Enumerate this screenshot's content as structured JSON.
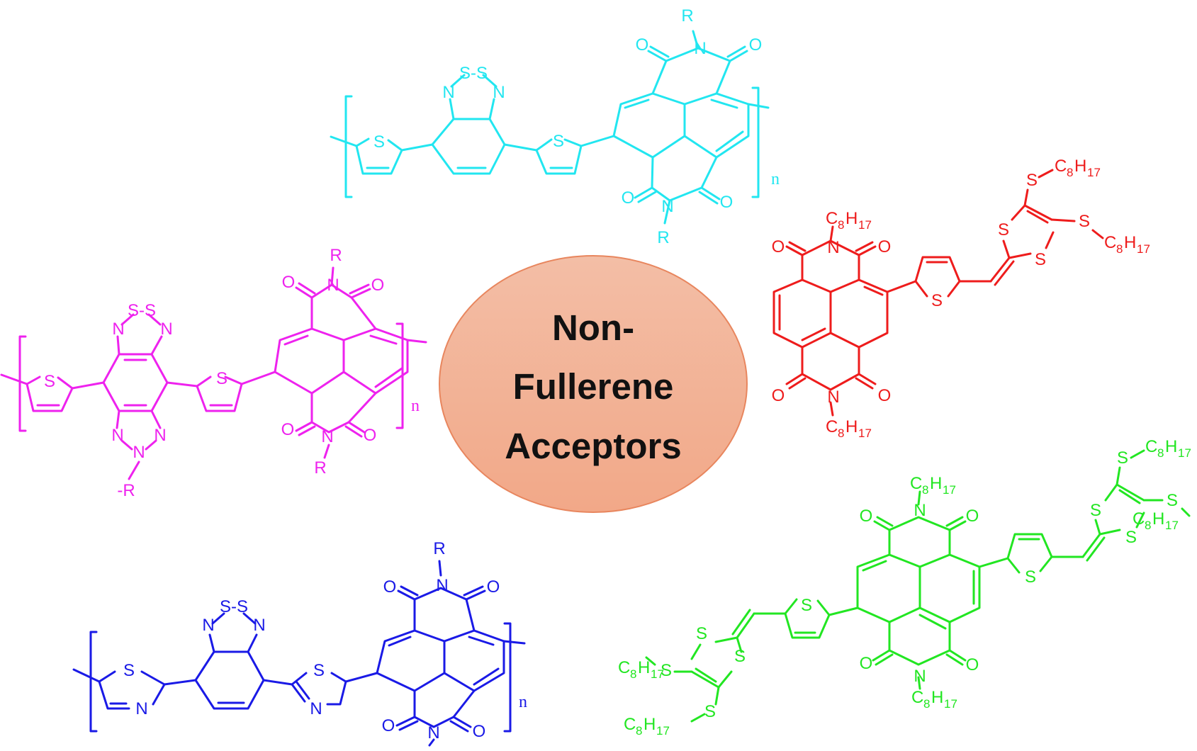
{
  "center": {
    "lines": [
      "Non-",
      "Fullerene",
      "Acceptors"
    ],
    "fill_top": "#f3bea6",
    "fill_bottom": "#f2a888",
    "stroke": "#e8865e"
  },
  "labels": {
    "S": "S",
    "N": "N",
    "O": "O",
    "R": "R",
    "Rm": "-R",
    "SdashS": "S-S",
    "n": "n",
    "C8": "C",
    "sub8": "8",
    "H17": "H",
    "sub17": "17"
  },
  "structures": [
    {
      "name": "cyan-polymer",
      "color": "#22e6f0"
    },
    {
      "name": "magenta-polymer",
      "color": "#ee22ee"
    },
    {
      "name": "red-small-molecule",
      "color": "#ee1c1c"
    },
    {
      "name": "blue-polymer",
      "color": "#1a1ae6"
    },
    {
      "name": "green-small-molecule",
      "color": "#22e622"
    }
  ]
}
